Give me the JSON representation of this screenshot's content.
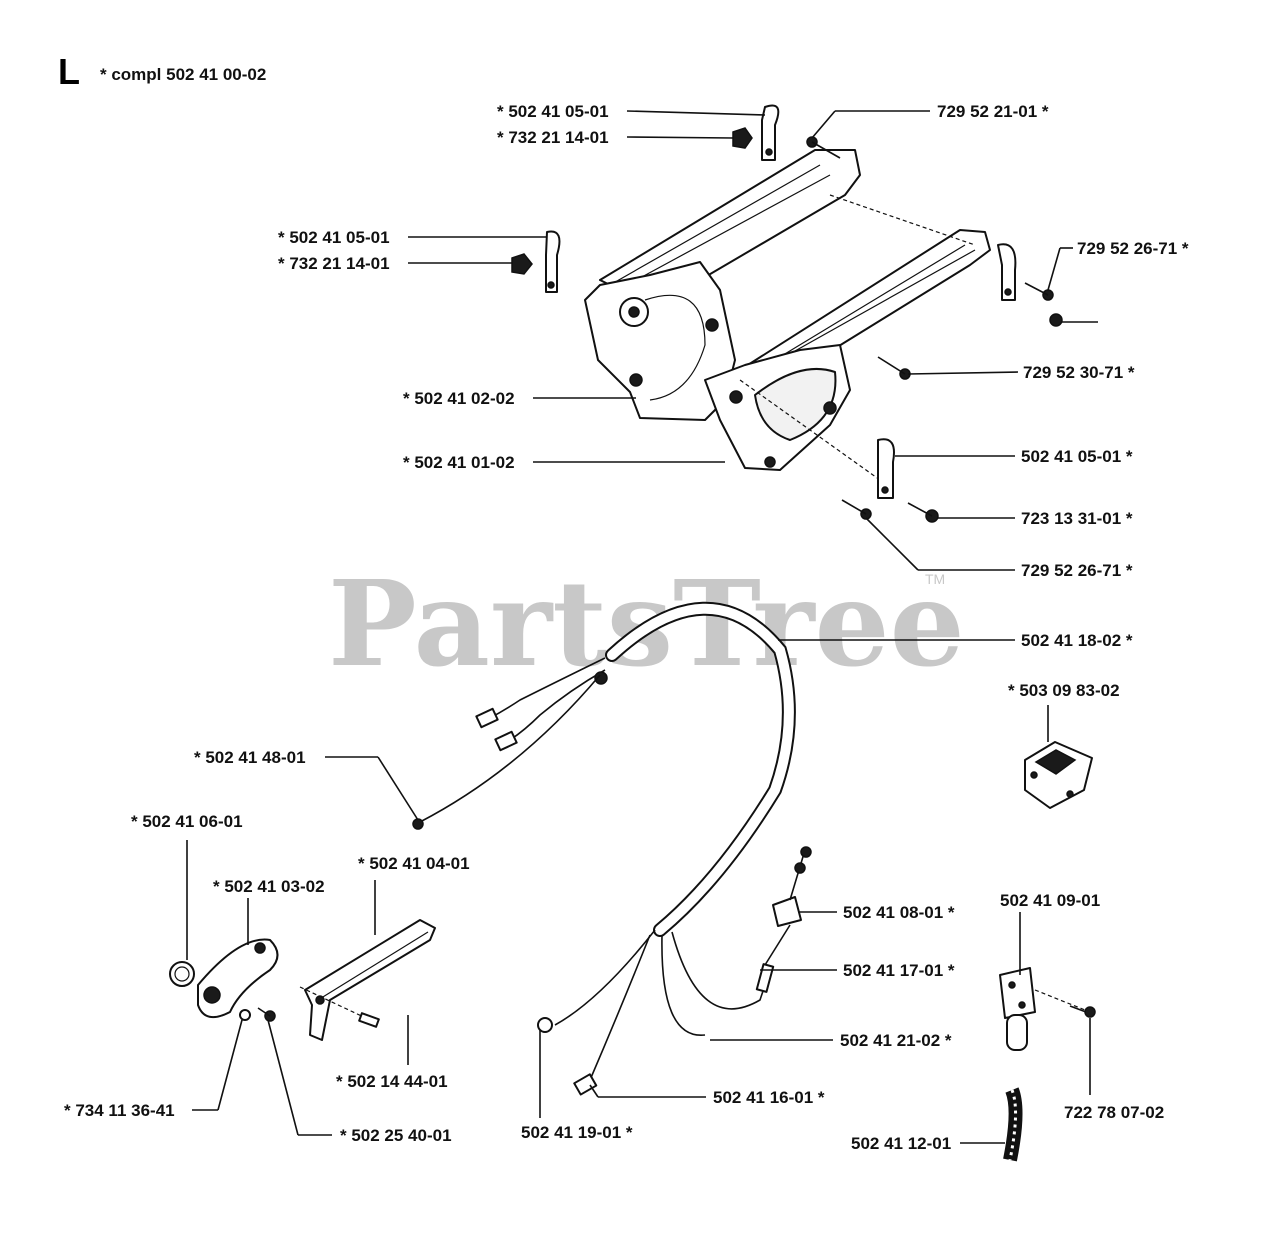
{
  "header": {
    "section_letter": "L",
    "complete_assembly": "*  compl 502 41 00-02"
  },
  "watermark": {
    "text": "PartsTree",
    "trademark": "TM"
  },
  "callouts": {
    "c01": "*  502 41 05-01",
    "c02": "*  732 21 14-01",
    "c03": "729 52 21-01  *",
    "c04": "*  502 41 05-01",
    "c05": "*  732 21 14-01",
    "c06": "729 52 26-71  *",
    "c07": "729 52 30-71  *",
    "c08": "*  502 41 02-02",
    "c09": "*  502 41 01-02",
    "c10": "502 41 05-01  *",
    "c11": "723 13 31-01  *",
    "c12": "729 52 26-71  *",
    "c13": "502 41 18-02  *",
    "c14": "*  503 09 83-02",
    "c15": "*  502 41 48-01",
    "c16": "*  502 41 06-01",
    "c17": "*  502 41 04-01",
    "c18": "*  502 41 03-02",
    "c19": "502 41 08-01  *",
    "c20": "502 41 09-01",
    "c21": "502 41 17-01  *",
    "c22": "502 41 21-02  *",
    "c23": "*  502 14 44-01",
    "c24": "502 41 16-01  *",
    "c25": "722 78 07-02",
    "c26": "*  734 11 36-41",
    "c27": "*  502 25 40-01",
    "c28": "502 41 19-01  *",
    "c29": "502 41 12-01"
  }
}
